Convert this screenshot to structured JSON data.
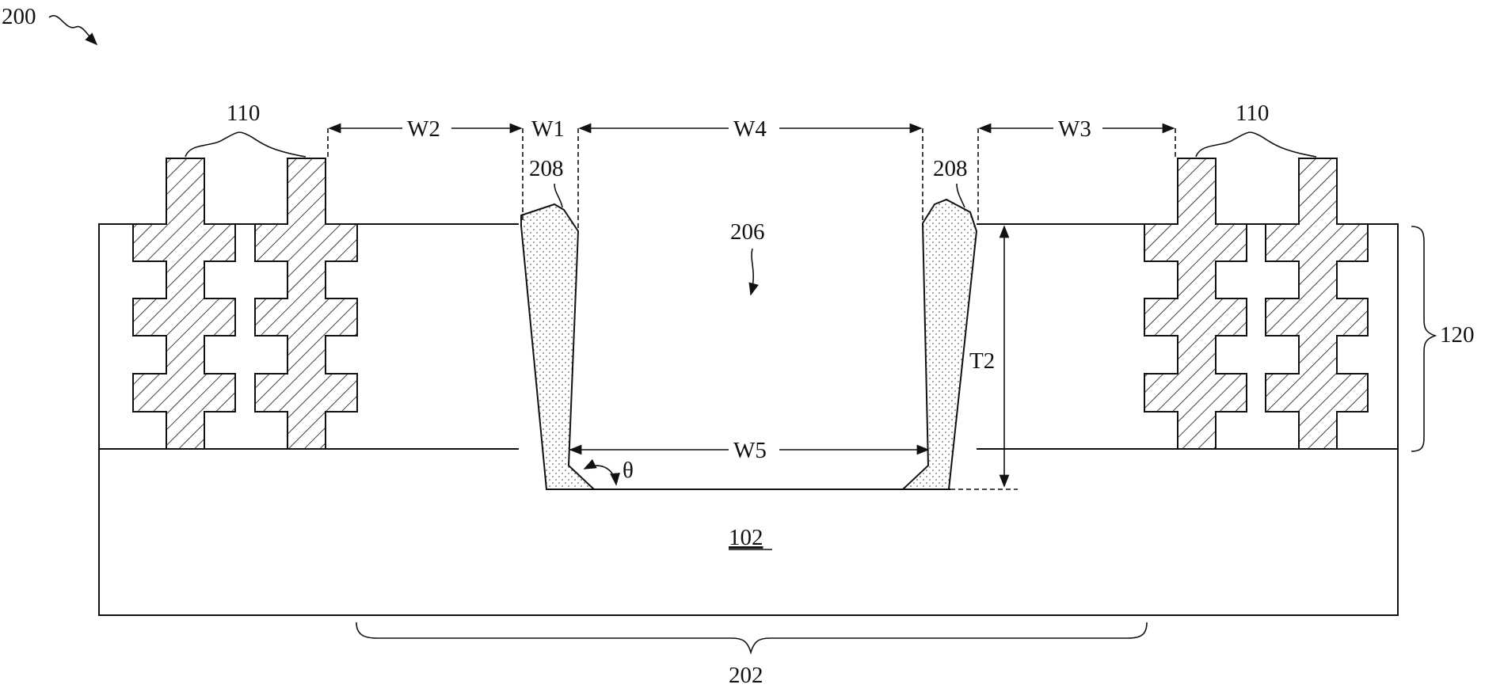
{
  "figure": {
    "labels": {
      "figure_number": "200",
      "via_left_a": "110",
      "via_right_a": "110",
      "dielectric_layer": "120",
      "substrate": "102",
      "region": "202",
      "trench": "206",
      "liner_left": "208",
      "liner_right": "208",
      "width_w1": "W1",
      "width_w2": "W2",
      "width_w3": "W3",
      "width_w4": "W4",
      "width_w5": "W5",
      "thickness_t2": "T2",
      "angle": "θ"
    }
  }
}
